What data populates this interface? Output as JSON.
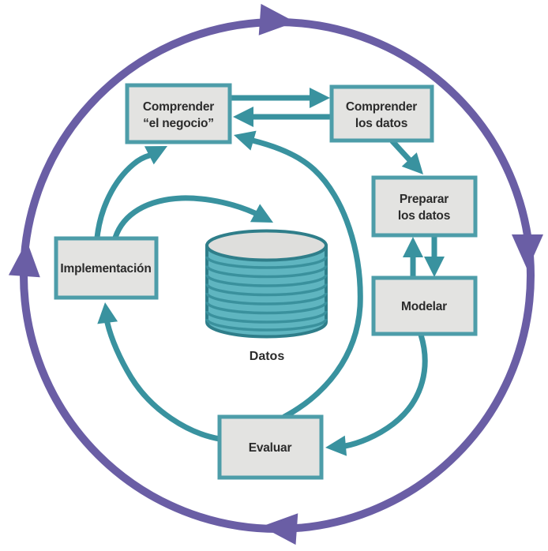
{
  "colors": {
    "bg": "#FFFFFF",
    "purple": "#6A5EA5",
    "teal": "#39929F",
    "box_border": "#4D9DA9",
    "box_fill": "#E3E3E1",
    "cyl_body": "#5FB5C0",
    "cyl_stripe": "#3A919D",
    "cyl_outline": "#2F7E8A",
    "cyl_top": "#DEDEDC",
    "text_color": "#2B2B2B"
  },
  "nodes": {
    "business_understanding": {
      "line1": "Comprender",
      "line2": "“el negocio”"
    },
    "data_understanding": {
      "line1": "Comprender",
      "line2": "los datos"
    },
    "data_preparation": {
      "line1": "Preparar",
      "line2": "los datos"
    },
    "modeling": {
      "label": "Modelar"
    },
    "evaluation": {
      "label": "Evaluar"
    },
    "deployment": {
      "label": "Implementación"
    },
    "data_store": {
      "label": "Datos"
    }
  },
  "edges": [
    {
      "from": "business_understanding",
      "to": "data_understanding"
    },
    {
      "from": "data_understanding",
      "to": "business_understanding"
    },
    {
      "from": "data_understanding",
      "to": "data_preparation"
    },
    {
      "from": "data_preparation",
      "to": "modeling"
    },
    {
      "from": "modeling",
      "to": "data_preparation"
    },
    {
      "from": "modeling",
      "to": "evaluation"
    },
    {
      "from": "evaluation",
      "to": "business_understanding"
    },
    {
      "from": "evaluation",
      "to": "deployment"
    },
    {
      "from": "deployment",
      "to": "business_understanding"
    },
    {
      "from": "deployment",
      "to": "data_store"
    },
    {
      "from": "outer_cycle",
      "to": "outer_cycle",
      "direction": "clockwise"
    }
  ]
}
